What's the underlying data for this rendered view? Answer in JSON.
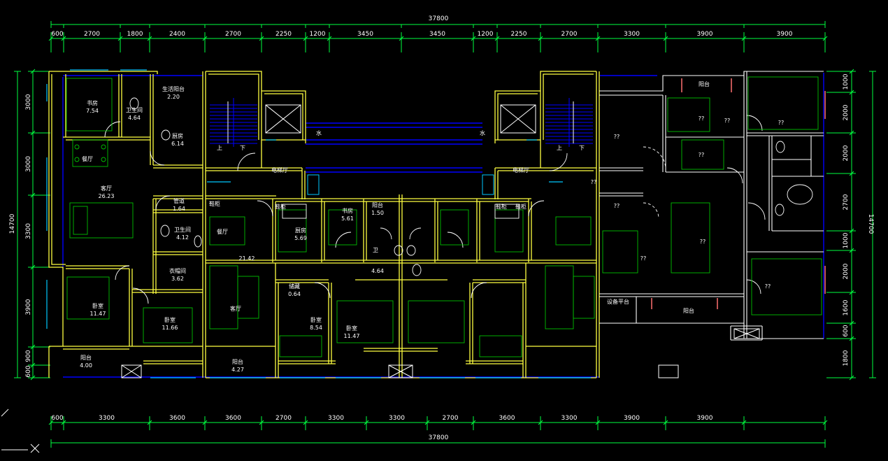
{
  "colors": {
    "background": "#000000",
    "dimension": "#00ff40",
    "dimension_text": "#ffffff",
    "wall": "#ffff40",
    "window": "#00c8ff",
    "glazing": "#0000ff",
    "furniture": "#00c000",
    "stair": "#0000ff",
    "label": "#ffffff",
    "plan_outline": "#ffffff",
    "door_arc": "#ffffff",
    "wall_accent": "#ff7070"
  },
  "plan": {
    "top_total": "37800",
    "bottom_total": "37800",
    "top_segments": [
      "600",
      "2700",
      "1800",
      "2400",
      "2700",
      "2250",
      "1200",
      "3450",
      "3450",
      "1200",
      "2250",
      "2700",
      "3300",
      "3900",
      "3900"
    ],
    "bottom_segments": [
      "600",
      "3300",
      "3600",
      "3600",
      "2700",
      "3300",
      "3300",
      "2700",
      "3600",
      "3300",
      "3900",
      "3900"
    ],
    "left_total": "14700",
    "right_total": "14700",
    "left_segments": [
      "3000",
      "3000",
      "3300",
      "3900",
      "900",
      "600"
    ],
    "right_segments": [
      "1000",
      "2000",
      "2000",
      "2700",
      "1000",
      "2000",
      "1600",
      "600",
      "1800"
    ]
  },
  "rooms": [
    {
      "id": "shufang-1",
      "name": "书房",
      "area": "7.54"
    },
    {
      "id": "weisheng-1",
      "name": "卫生间",
      "area": "4.64"
    },
    {
      "id": "shenghuo",
      "name": "生活阳台",
      "area": "2.20"
    },
    {
      "id": "chufang-1",
      "name": "厨房",
      "area": "6.14"
    },
    {
      "id": "canting-1",
      "name": "餐厅",
      "area": ""
    },
    {
      "id": "keting-1",
      "name": "客厅",
      "area": "26.23"
    },
    {
      "id": "guandao",
      "name": "管道",
      "area": "1.64"
    },
    {
      "id": "weisheng-2",
      "name": "卫生间",
      "area": "4.12"
    },
    {
      "id": "yimaojian",
      "name": "衣帽间",
      "area": "3.62"
    },
    {
      "id": "woshi-1",
      "name": "卧室",
      "area": "11.47"
    },
    {
      "id": "woshi-2",
      "name": "卧室",
      "area": "11.66"
    },
    {
      "id": "yangtai-1",
      "name": "阳台",
      "area": "4.00"
    },
    {
      "id": "diantiting",
      "name": "电梯厅",
      "area": ""
    },
    {
      "id": "dianti",
      "name": "电梯厅",
      "area": ""
    },
    {
      "id": "shui-1",
      "name": "水",
      "area": ""
    },
    {
      "id": "shui-2",
      "name": "水",
      "area": ""
    },
    {
      "id": "shang-1",
      "name": "上",
      "area": ""
    },
    {
      "id": "xia-1",
      "name": "下",
      "area": ""
    },
    {
      "id": "shang-2",
      "name": "上",
      "area": ""
    },
    {
      "id": "xia-2",
      "name": "下",
      "area": ""
    },
    {
      "id": "biaogui-1",
      "name": "鞋柜",
      "area": ""
    },
    {
      "id": "biaogui-2",
      "name": "鞋柜",
      "area": ""
    },
    {
      "id": "biaogui-3",
      "name": "鞋柜",
      "area": ""
    },
    {
      "id": "biaogui-4",
      "name": "鞋柜",
      "area": ""
    },
    {
      "id": "canting-2",
      "name": "餐厅",
      "area": ""
    },
    {
      "id": "keting-2",
      "name": "",
      "area": "21.42"
    },
    {
      "id": "keting-2b",
      "name": "客厅",
      "area": ""
    },
    {
      "id": "chufang-2",
      "name": "厨房",
      "area": "5.69"
    },
    {
      "id": "shufang-2",
      "name": "书房",
      "area": "5.61"
    },
    {
      "id": "yangtai-s",
      "name": "阳台",
      "area": "1.50"
    },
    {
      "id": "wei-a",
      "name": "卫",
      "area": ""
    },
    {
      "id": "wei-sz",
      "name": "",
      "area": "4.64"
    },
    {
      "id": "biaoyi-1",
      "name": "储藏",
      "area": "0.64"
    },
    {
      "id": "woshi-3",
      "name": "卧室",
      "area": "8.54"
    },
    {
      "id": "woshi-4",
      "name": "卧室",
      "area": "11.47"
    },
    {
      "id": "yangtai-2",
      "name": "阳台",
      "area": "4.27"
    },
    {
      "id": "unk-1",
      "name": "??",
      "area": ""
    },
    {
      "id": "unk-2",
      "name": "??",
      "area": ""
    },
    {
      "id": "unk-3",
      "name": "??",
      "area": ""
    },
    {
      "id": "unk-4",
      "name": "??",
      "area": ""
    },
    {
      "id": "unk-5",
      "name": "??",
      "area": ""
    },
    {
      "id": "unk-6",
      "name": "??",
      "area": ""
    },
    {
      "id": "unk-7",
      "name": "??",
      "area": ""
    },
    {
      "id": "unk-8",
      "name": "??",
      "area": ""
    },
    {
      "id": "unk-9",
      "name": "??",
      "area": ""
    },
    {
      "id": "unk-10",
      "name": "??",
      "area": ""
    },
    {
      "id": "yangtai-3",
      "name": "阳台",
      "area": ""
    },
    {
      "id": "yangtai-4",
      "name": "阳台",
      "area": ""
    },
    {
      "id": "shebei",
      "name": "设备平台",
      "area": ""
    }
  ]
}
